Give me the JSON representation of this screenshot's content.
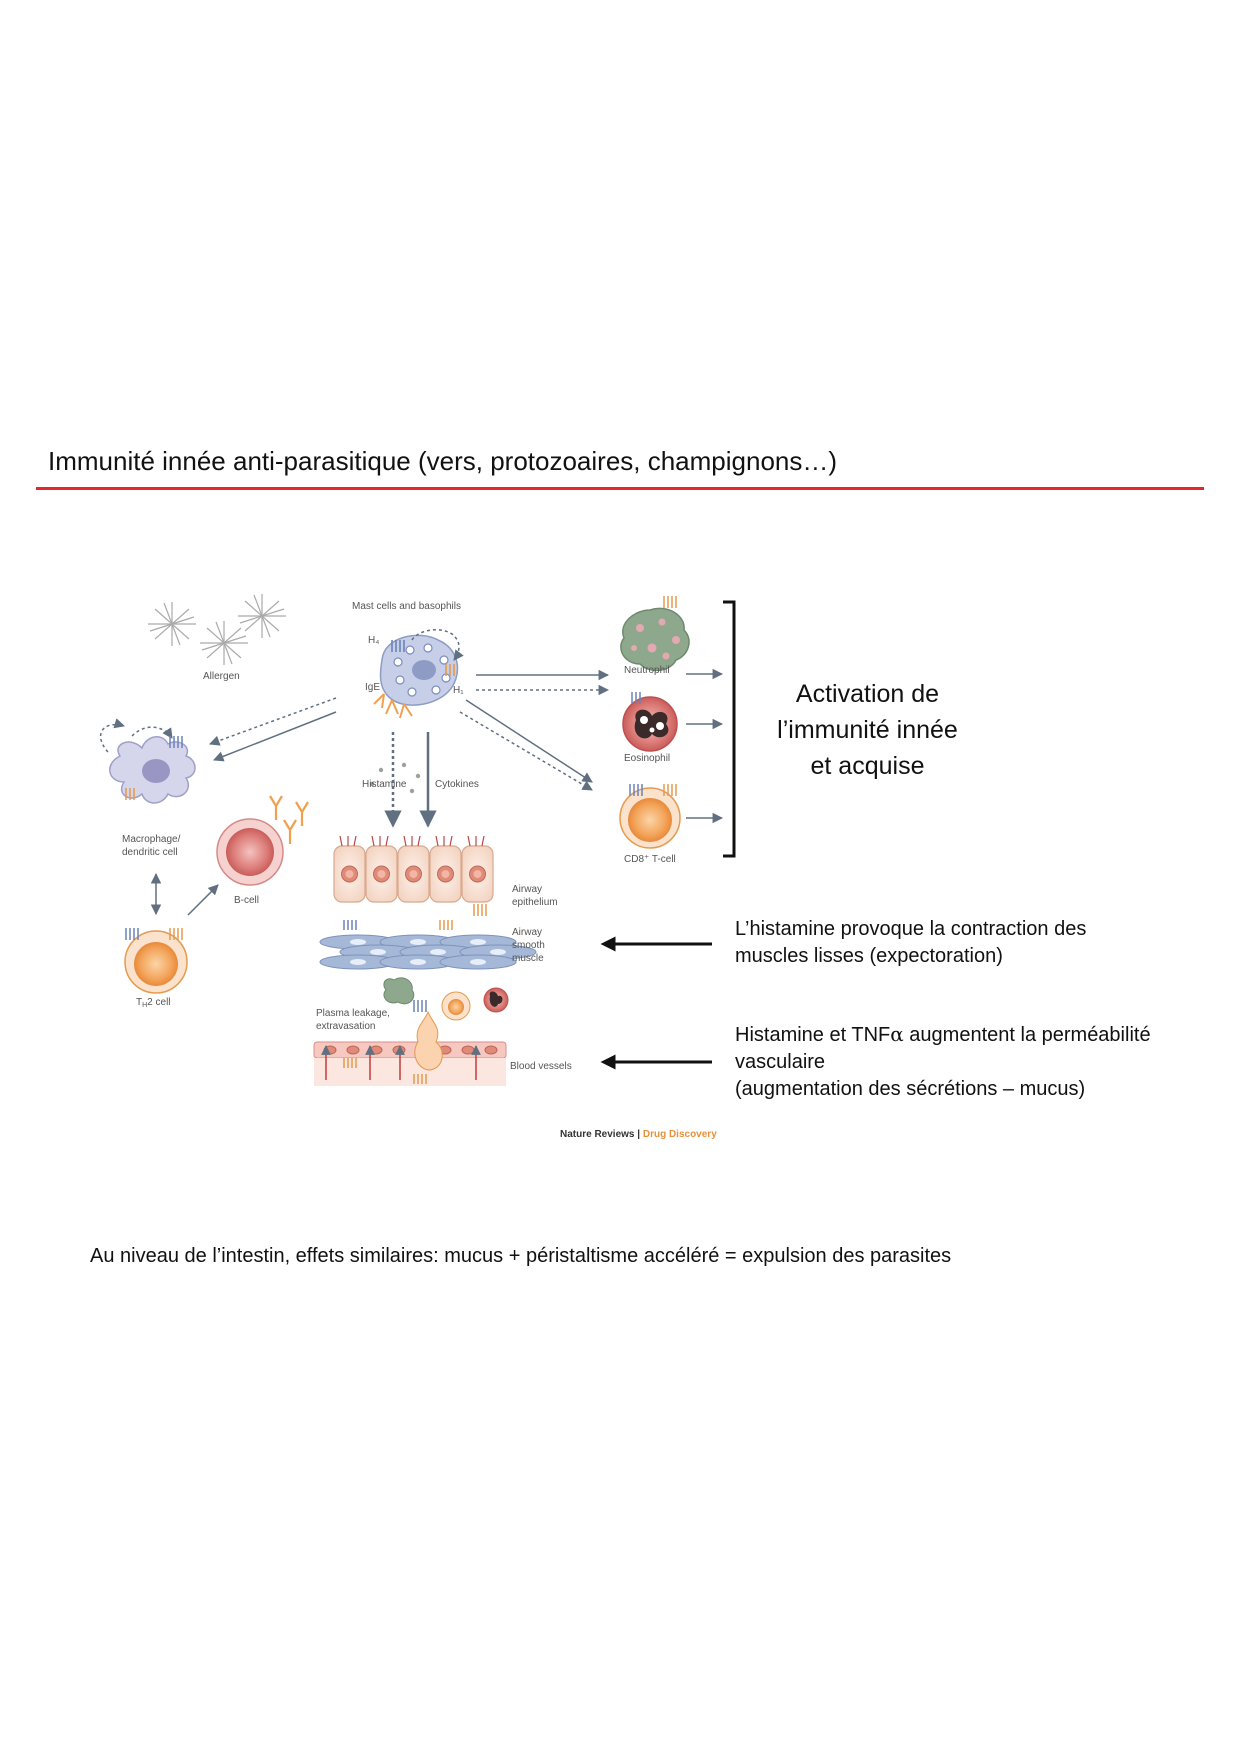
{
  "header": {
    "title": "Immunité innée anti-parasitique (vers, protozoaires, champignons…)",
    "accent_color": "#e5262c"
  },
  "figure": {
    "labels": {
      "mast_cells": "Mast cells and basophils",
      "h4": "H₄",
      "h1": "H₁",
      "ige": "IgE",
      "allergen": "Allergen",
      "neutrophil": "Neutrophil",
      "eosinophil": "Eosinophil",
      "cd8": "CD8⁺ T-cell",
      "macrophage_1": "Macrophage/",
      "macrophage_2": "dendritic cell",
      "bcell": "B-cell",
      "th2": "T",
      "th2_sub": "H",
      "th2_rest": "2 cell",
      "histamine": "Histamine",
      "cytokines": "Cytokines",
      "airway_epi_1": "Airway",
      "airway_epi_2": "epithelium",
      "airway_sm_1": "Airway",
      "airway_sm_2": "smooth",
      "airway_sm_3": "muscle",
      "plasma_1": "Plasma leakage,",
      "plasma_2": "extravasation",
      "blood_vessels": "Blood vessels"
    },
    "credit_brand": "Nature Reviews",
    "credit_separator": " | ",
    "credit_journal": "Drug Discovery"
  },
  "activation": {
    "lines": [
      "Activation de",
      "l’immunité innée",
      "et acquise"
    ]
  },
  "callouts": {
    "smooth_muscle": [
      "L’histamine provoque la contraction des",
      "muscles lisses (expectoration)"
    ],
    "vascular": {
      "line1_a": "Histamine et TNF",
      "line1_alpha": "α",
      "line1_b": " augmentent la perméabilité",
      "line2": "vasculaire",
      "line3": "(augmentation des sécrétions – mucus)"
    }
  },
  "footer": {
    "note": "Au niveau de l’intestin, effets similaires: mucus + péristaltisme accéléré = expulsion des parasites"
  }
}
